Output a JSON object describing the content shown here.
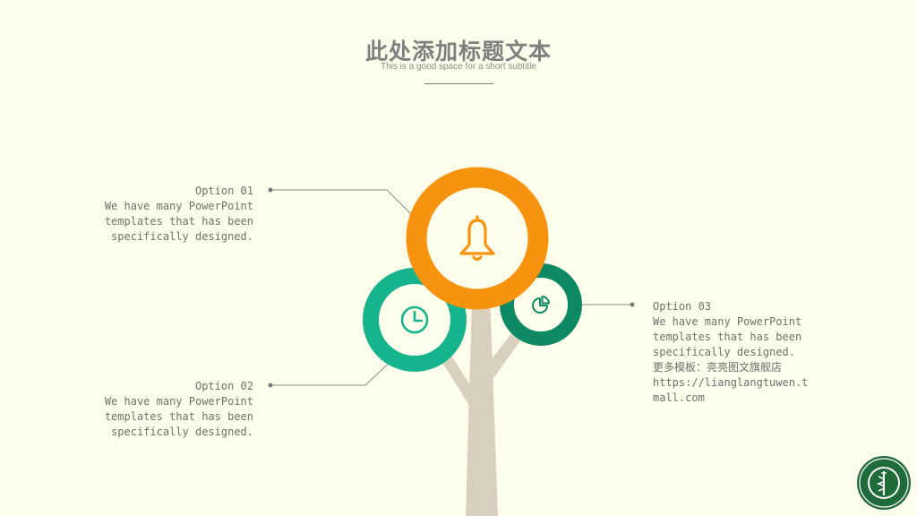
{
  "title": "此处添加标题文本",
  "subtitle": "This is a good space for a short subtitle",
  "options": [
    {
      "heading": "Option 01",
      "body": "We have many PowerPoint templates that has been specifically designed.",
      "icon": "bell-icon"
    },
    {
      "heading": "Option 02",
      "body": "We have many PowerPoint templates that has been specifically designed.",
      "icon": "clock-icon"
    },
    {
      "heading": "Option 03",
      "body": "We have many PowerPoint templates that has been specifically designed.",
      "extra": "更多模板：亮亮图文旗舰店",
      "url": "https://lianglangtuwen.tmall.com",
      "icon": "pie-chart-icon"
    }
  ],
  "colors": {
    "orange": "#f7930e",
    "teal": "#15b48c",
    "dark_green": "#0d8a63",
    "trunk": "#d8d0bd",
    "background": "#fdfdeb"
  }
}
